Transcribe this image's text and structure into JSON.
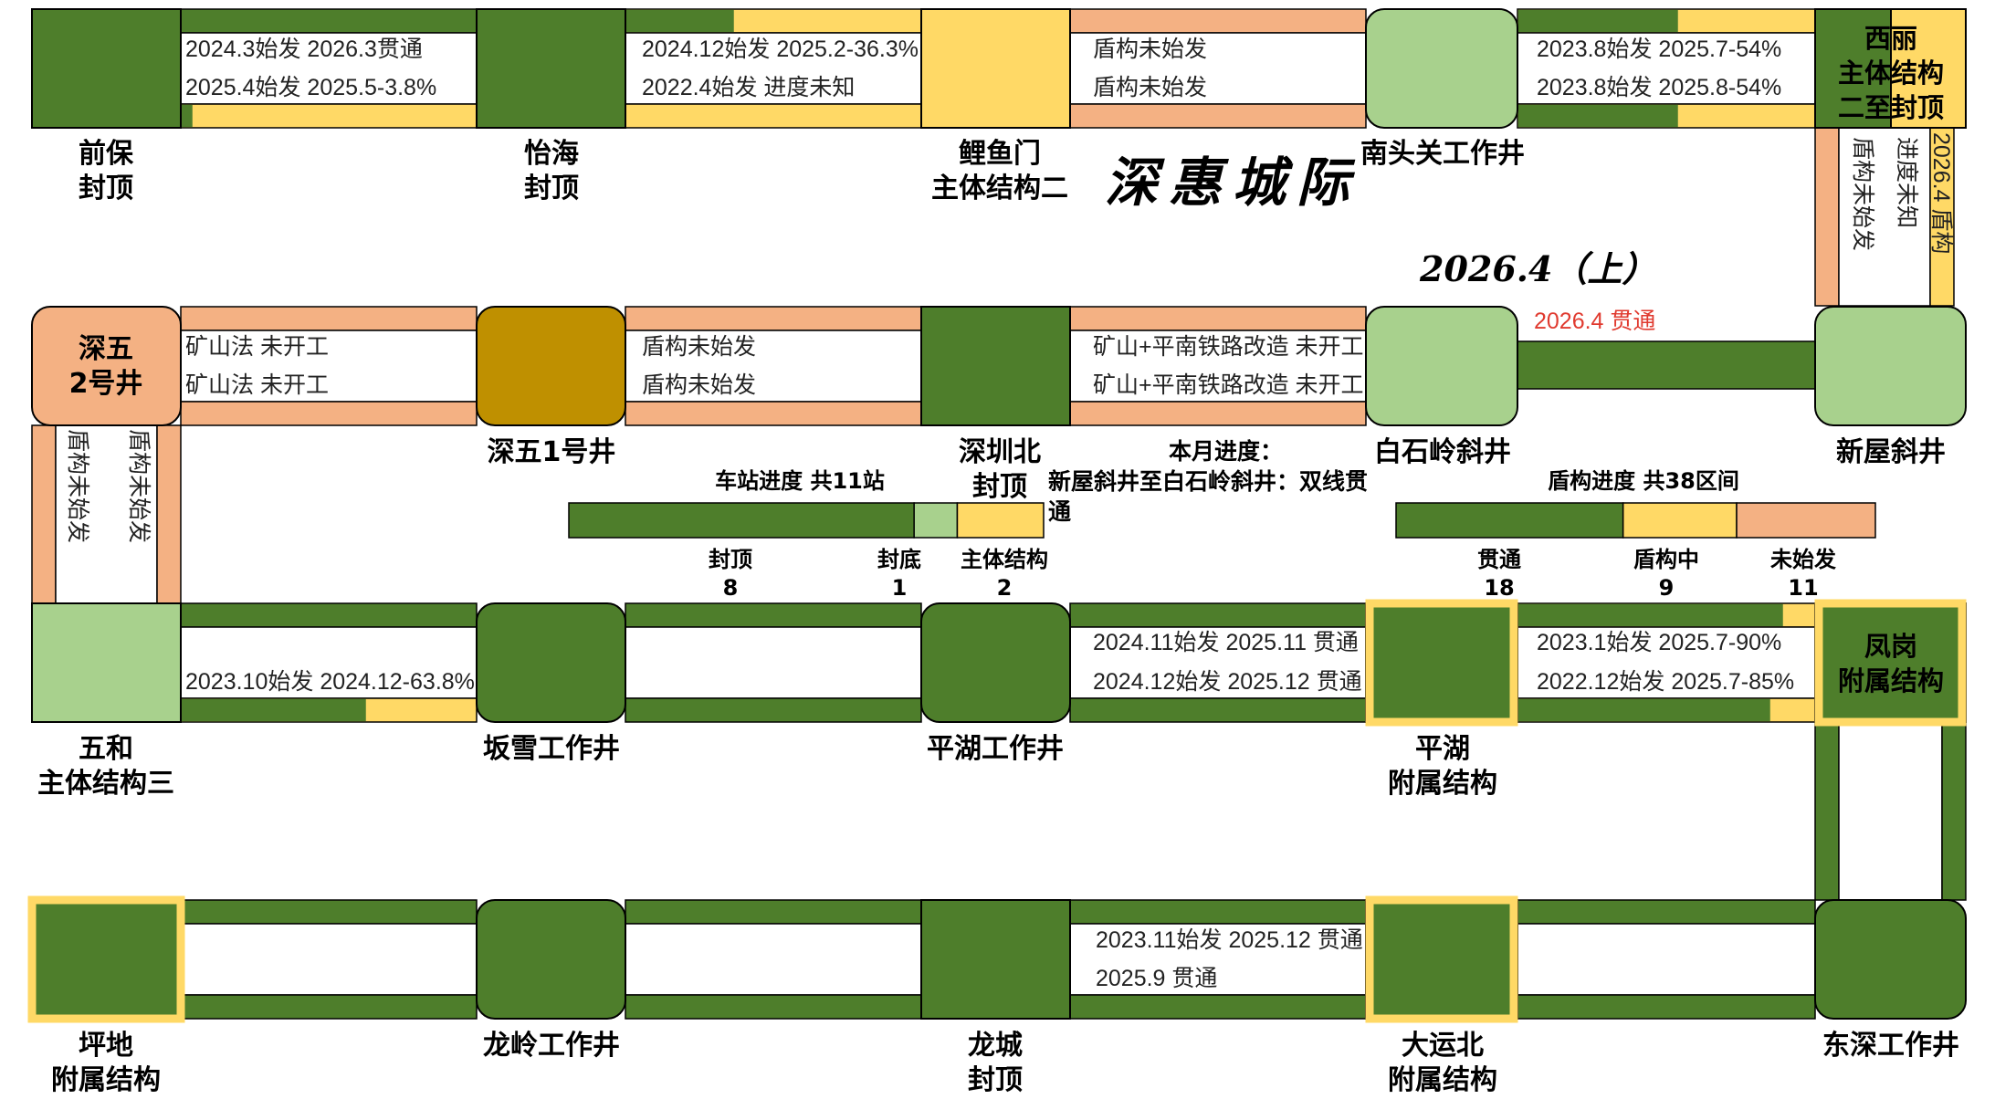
{
  "title": "深惠城际",
  "date": "2026.4（上）",
  "stations": {
    "qianbao": [
      "前保",
      "封顶"
    ],
    "yihai": [
      "怡海",
      "封顶"
    ],
    "liyumen": [
      "鲤鱼门",
      "主体结构二"
    ],
    "nantouguan": [
      "南头关工作井"
    ],
    "xili": [
      "西丽",
      "主体结构",
      "二至封顶"
    ],
    "shenwu2": [
      "深五",
      "2号井"
    ],
    "shenwu1": [
      "深五1号井"
    ],
    "shenzhenbei": [
      "深圳北",
      "封顶"
    ],
    "baishiling": [
      "白石岭斜井"
    ],
    "xinwu": [
      "新屋斜井"
    ],
    "wuhe": [
      "五和",
      "主体结构三"
    ],
    "bangxue": [
      "坂雪工作井"
    ],
    "pinghu": [
      "平湖工作井"
    ],
    "pinghu_fs": [
      "平湖",
      "附属结构"
    ],
    "fenggang": [
      "凤岗",
      "附属结构"
    ],
    "pingdi": [
      "坪地",
      "附属结构"
    ],
    "longling": [
      "龙岭工作井"
    ],
    "longcheng": [
      "龙城",
      "封顶"
    ],
    "dayunbei": [
      "大运北",
      "附属结构"
    ],
    "dongshen": [
      "东深工作井"
    ]
  },
  "sections": {
    "qb_yh": [
      "2024.3始发 2026.3贯通",
      "2025.4始发 2025.5-3.8%"
    ],
    "yh_lym": [
      "2024.12始发 2025.2-36.3%",
      "2022.4始发 进度未知"
    ],
    "lym_ntg": [
      "盾构未始发",
      "盾构未始发"
    ],
    "ntg_xl": [
      "2023.8始发 2025.7-54%",
      "2023.8始发 2025.8-54%"
    ],
    "xl_down": [
      "盾构未始发",
      "进度未知",
      "2026.4 盾构"
    ],
    "sw2_sw1": [
      "矿山法 未开工",
      "矿山法 未开工"
    ],
    "sw1_szb": [
      "盾构未始发",
      "盾构未始发"
    ],
    "szb_bsl": [
      "矿山+平南铁路改造 未开工",
      "矿山+平南铁路改造 未开工"
    ],
    "bsl_xw": "2026.4 贯通",
    "sw2_down": [
      "盾构未始发",
      "盾构未始发"
    ],
    "wh_bx": "2023.10始发 2024.12-63.8%",
    "ph_phfs": [
      "2024.11始发 2025.11 贯通",
      "2024.12始发 2025.12 贯通"
    ],
    "phfs_fg": [
      "2023.1始发 2025.7-90%",
      "2022.12始发 2025.7-85%"
    ],
    "lc_dyb": [
      "2023.11始发 2025.12 贯通",
      "2025.9 贯通"
    ]
  },
  "monthly": {
    "heading": "本月进度：",
    "line1": "新屋斜井至白石岭斜井：双线贯",
    "line2": "通"
  },
  "chart_data": [
    {
      "type": "bar",
      "title": "车站进度 共11站",
      "categories": [
        "封顶",
        "封底",
        "主体结构"
      ],
      "values": [
        8,
        1,
        2
      ],
      "colors": [
        "#4e7e2b",
        "#a8d18d",
        "#ffd966"
      ],
      "stacked": true
    },
    {
      "type": "bar",
      "title": "盾构进度 共38区间",
      "categories": [
        "贯通",
        "盾构中",
        "未始发"
      ],
      "values": [
        18,
        9,
        11
      ],
      "colors": [
        "#4e7e2b",
        "#ffd966",
        "#f4b183"
      ],
      "stacked": true
    }
  ],
  "colors": {
    "dark_green": "#4e7e2b",
    "light_green": "#a8d18d",
    "yellow": "#ffd966",
    "orange": "#f4b183",
    "gold": "#bf9000",
    "red": "#e03a2f"
  }
}
